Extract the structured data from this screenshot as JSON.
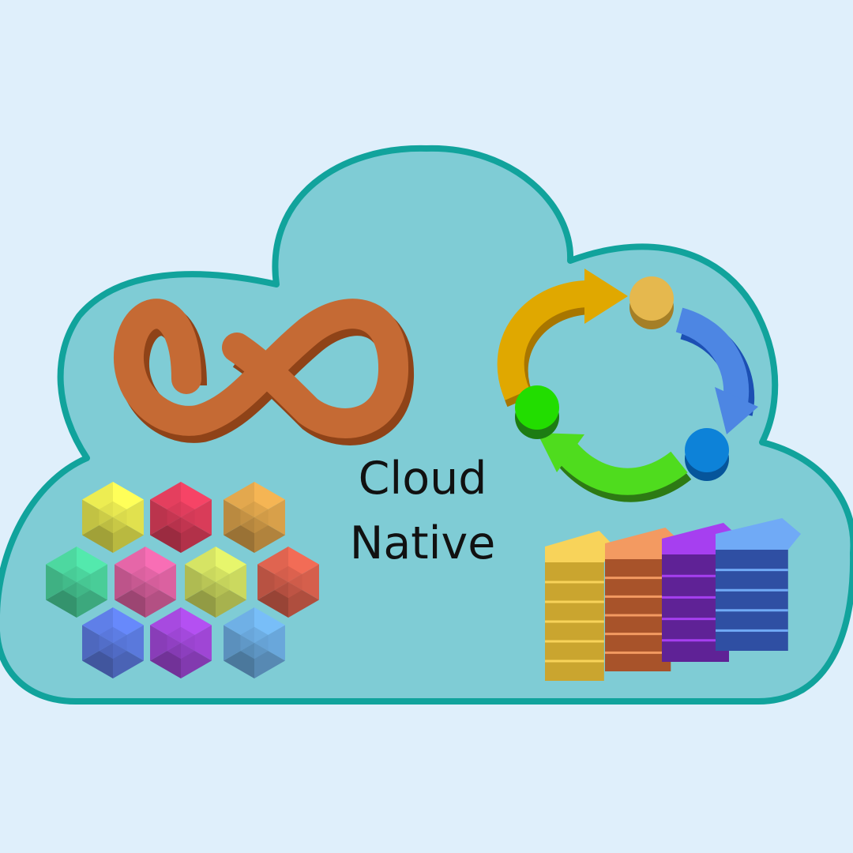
{
  "title": {
    "line1": "Cloud",
    "line2": "Native"
  },
  "colors": {
    "background": "#dfeffb",
    "cloud_fill": "#7fccd5",
    "cloud_outline": "#11a39c",
    "infinity": "#c56a34",
    "infinity_shadow": "#8f4318",
    "text": "#111111"
  },
  "cycle_arrows": [
    {
      "name": "yellow",
      "arrow": "#e0a800",
      "node": "#e5b84e"
    },
    {
      "name": "blue",
      "arrow": "#4d86e3",
      "node": "#0d82d8"
    },
    {
      "name": "green",
      "arrow": "#4fdc1e",
      "node": "#22dd00"
    }
  ],
  "hex_cluster": [
    {
      "color": "#eded52"
    },
    {
      "color": "#e43f5e"
    },
    {
      "color": "#e3a84e"
    },
    {
      "color": "#4dd8a0"
    },
    {
      "color": "#e666a8"
    },
    {
      "color": "#d6e464"
    },
    {
      "color": "#e06450"
    },
    {
      "color": "#5f7fe8"
    },
    {
      "color": "#a74ae0"
    },
    {
      "color": "#6fb0e6"
    }
  ],
  "server_stacks": [
    {
      "top": "#f8d35a",
      "side": "#caa52f",
      "layers": 6
    },
    {
      "top": "#f39a61",
      "side": "#a8532a",
      "layers": 6
    },
    {
      "top": "#a63ff0",
      "side": "#5f2296",
      "layers": 5
    },
    {
      "top": "#70aaf6",
      "side": "#2f4fa3",
      "layers": 5
    }
  ]
}
